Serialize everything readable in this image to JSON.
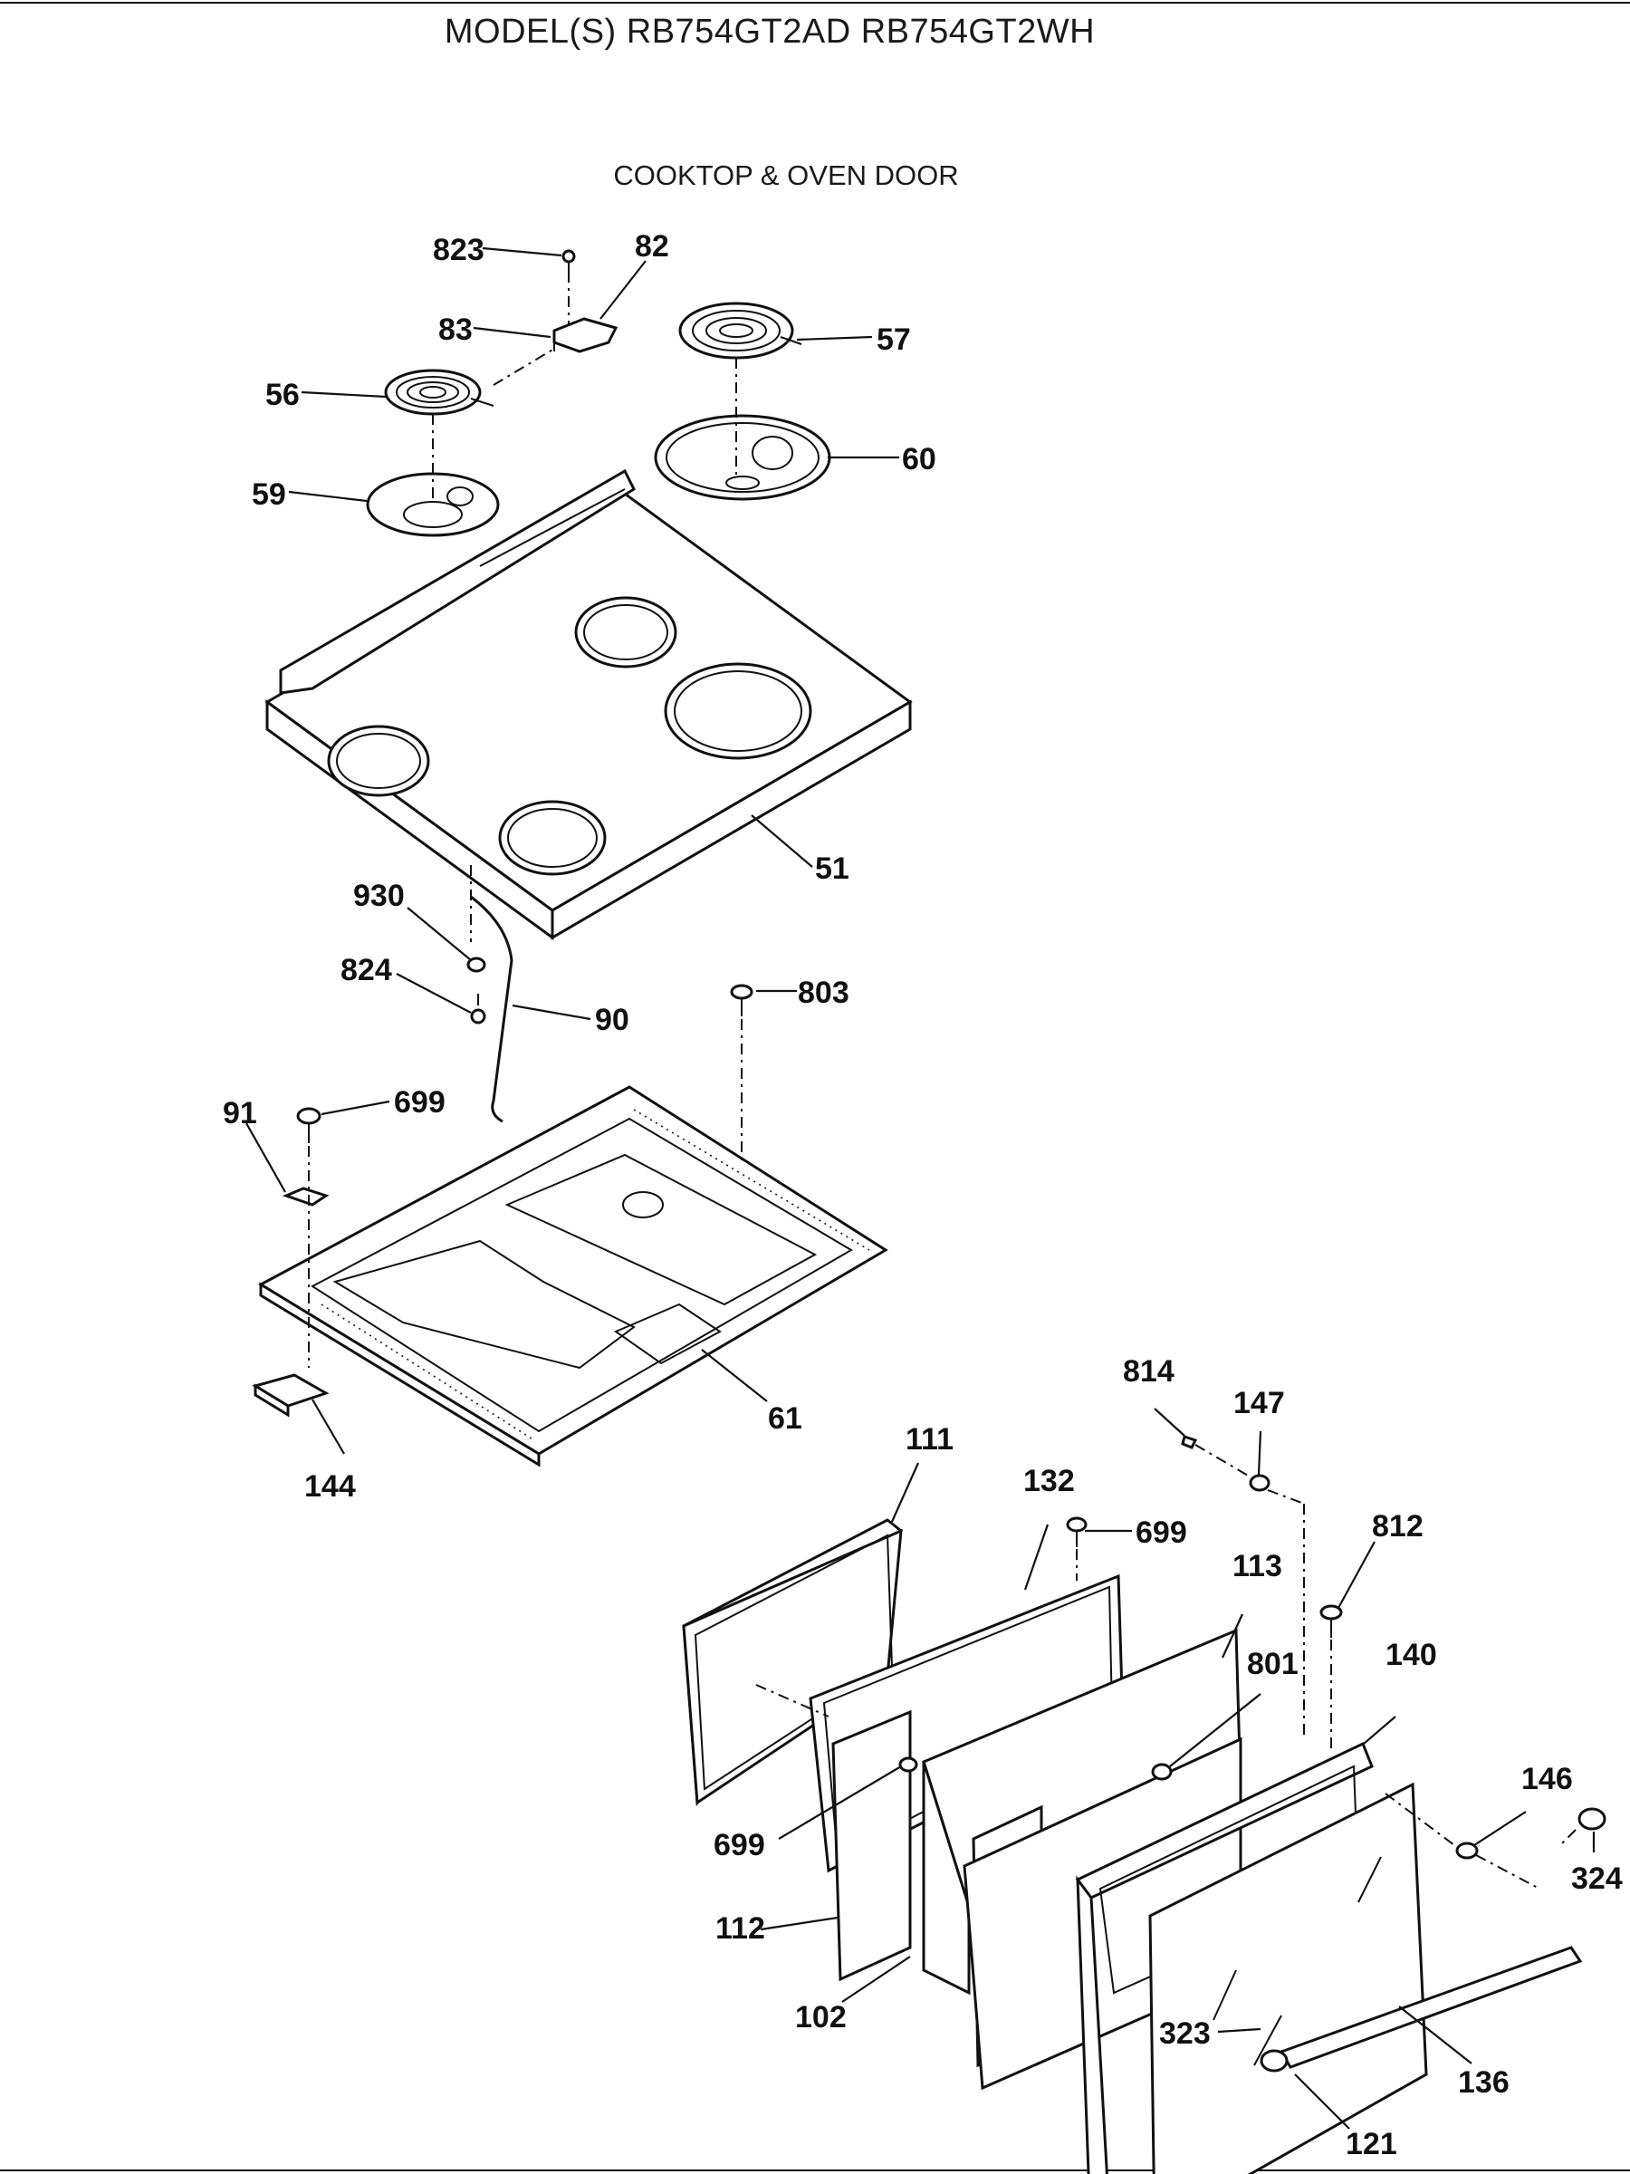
{
  "header": {
    "model_line": "MODEL(S) RB754GT2AD  RB754GT2WH",
    "section_title": "COOKTOP & OVEN DOOR"
  },
  "parts": [
    {
      "id": "p823",
      "number": "823"
    },
    {
      "id": "p82",
      "number": "82"
    },
    {
      "id": "p83",
      "number": "83"
    },
    {
      "id": "p57",
      "number": "57"
    },
    {
      "id": "p56",
      "number": "56"
    },
    {
      "id": "p60",
      "number": "60"
    },
    {
      "id": "p59",
      "number": "59"
    },
    {
      "id": "p51",
      "number": "51"
    },
    {
      "id": "p930",
      "number": "930"
    },
    {
      "id": "p824",
      "number": "824"
    },
    {
      "id": "p90",
      "number": "90"
    },
    {
      "id": "p803",
      "number": "803"
    },
    {
      "id": "p91",
      "number": "91"
    },
    {
      "id": "p699a",
      "number": "699"
    },
    {
      "id": "p61",
      "number": "61"
    },
    {
      "id": "p144",
      "number": "144"
    },
    {
      "id": "p814",
      "number": "814"
    },
    {
      "id": "p147",
      "number": "147"
    },
    {
      "id": "p111",
      "number": "111"
    },
    {
      "id": "p132",
      "number": "132"
    },
    {
      "id": "p699b",
      "number": "699"
    },
    {
      "id": "p812",
      "number": "812"
    },
    {
      "id": "p113",
      "number": "113"
    },
    {
      "id": "p801",
      "number": "801"
    },
    {
      "id": "p140",
      "number": "140"
    },
    {
      "id": "p146",
      "number": "146"
    },
    {
      "id": "p699c",
      "number": "699"
    },
    {
      "id": "p324",
      "number": "324"
    },
    {
      "id": "p112",
      "number": "112"
    },
    {
      "id": "p102",
      "number": "102"
    },
    {
      "id": "p323",
      "number": "323"
    },
    {
      "id": "p136",
      "number": "136"
    },
    {
      "id": "p121",
      "number": "121"
    }
  ]
}
